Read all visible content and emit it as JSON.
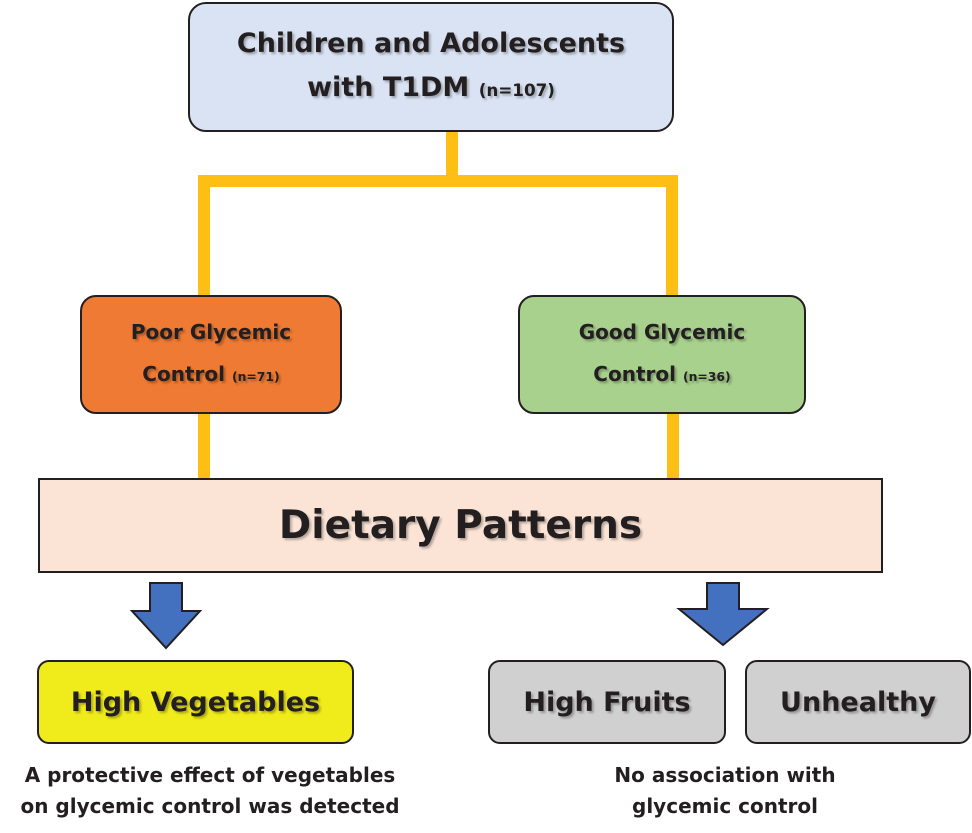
{
  "colors": {
    "connector": "#fdbf14",
    "arrow": "#4470c0",
    "root_fill": "#dae3f3",
    "poor_fill": "#ef7a33",
    "good_fill": "#a9d18e",
    "dietary_fill": "#fbe4d6",
    "vegetables_fill": "#f0eb1a",
    "grey_fill": "#d0d0d0",
    "border": "#231f20"
  },
  "root": {
    "line1": "Children and Adolescents",
    "line2": "with T1DM",
    "n": "(n=107)"
  },
  "poor": {
    "line1": "Poor Glycemic",
    "line2": "Control",
    "n": "(n=71)"
  },
  "good": {
    "line1": "Good Glycemic",
    "line2": "Control",
    "n": "(n=36)"
  },
  "dietary": {
    "label": "Dietary Patterns"
  },
  "patterns": {
    "vegetables": "High Vegetables",
    "fruits": "High Fruits",
    "unhealthy": "Unhealthy"
  },
  "notes": {
    "left_line1": "A protective effect of vegetables",
    "left_line2": "on glycemic control was detected",
    "right_line1": "No association with",
    "right_line2": "glycemic control"
  }
}
